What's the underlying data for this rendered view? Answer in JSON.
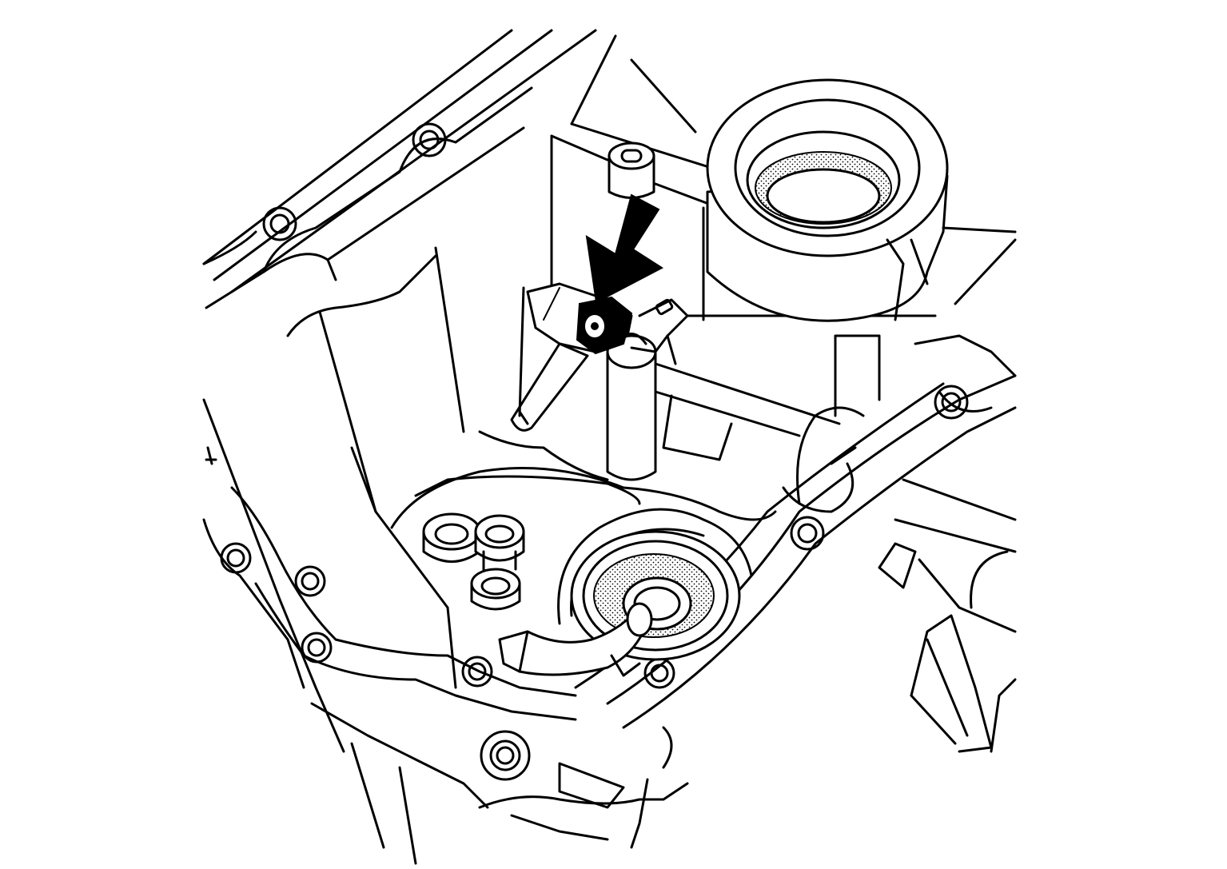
{
  "figure": {
    "subject": "transmission-case-interior",
    "style": "black-and-white line drawing",
    "arrow": {
      "direction": "down-left",
      "points_to": "lever-clip",
      "color": "#000000"
    },
    "colors": {
      "stroke": "#000000",
      "background": "#ffffff"
    }
  }
}
